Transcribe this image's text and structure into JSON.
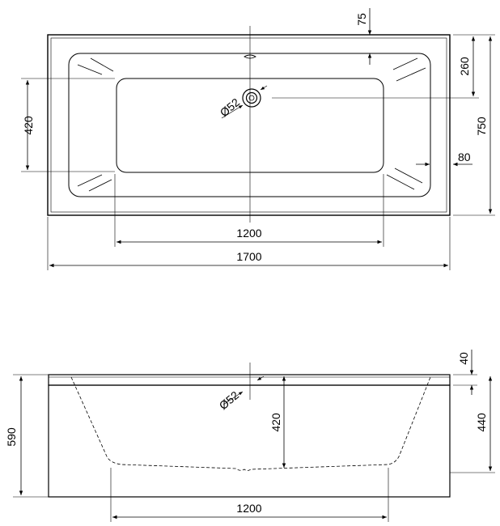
{
  "top_view": {
    "dim_overall_length": "1700",
    "dim_basin_length": "1200",
    "dim_overall_width": "750",
    "dim_basin_width": "420",
    "dim_drain_offset": "260",
    "dim_rim_top": "75",
    "dim_rim_side": "80",
    "drain_diameter": "Ø52"
  },
  "side_view": {
    "dim_total_height": "590",
    "dim_inner_height": "440",
    "dim_rim_thickness": "40",
    "dim_depth": "420",
    "dim_basin_length": "1200",
    "drain_diameter": "Ø52"
  }
}
